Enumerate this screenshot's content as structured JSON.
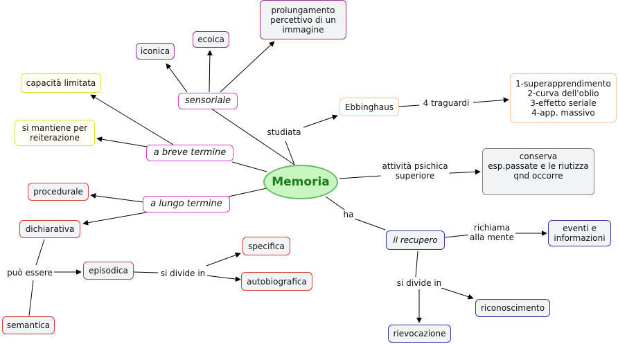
{
  "nodes": {
    "memoria": "Memoria",
    "sensoriale": "sensoriale",
    "iconica": "iconica",
    "ecoica": "ecoica",
    "prolungamento": "prolungamento\npercettivo di un\nimmagine",
    "capacita": "capacità limitata",
    "reiterazione": "si mantiene per\nreiterazione",
    "breve": "a breve termine",
    "lungo": "a lungo termine",
    "procedurale": "procedurale",
    "dichiarativa": "dichiarativa",
    "episodica": "episodica",
    "semantica": "semantica",
    "specifica": "specifica",
    "autobiografica": "autobiografica",
    "ebbinghaus": "Ebbinghaus",
    "traguardi_list": "1-superapprendimento\n2-curva dell'oblio\n3-effetto seriale\n4-app. massivo",
    "conserva": "conserva\nesp.passate e le riutizza\nqnd occorre",
    "recupero": "il recupero",
    "eventi": "eventi e\ninformazioni",
    "riconoscimento": "riconoscimento",
    "rievocazione": "rievocazione"
  },
  "links": {
    "studiata": "studiata",
    "quattro_traguardi": "4 traguardi",
    "attivita": "attività psichica\nsuperiore",
    "ha": "ha",
    "richiama": "richiama\nalla mente",
    "si_divide_in_recupero": "si divide in",
    "puo_essere": "può essere",
    "si_divide_in_episodica": "si divide in"
  }
}
